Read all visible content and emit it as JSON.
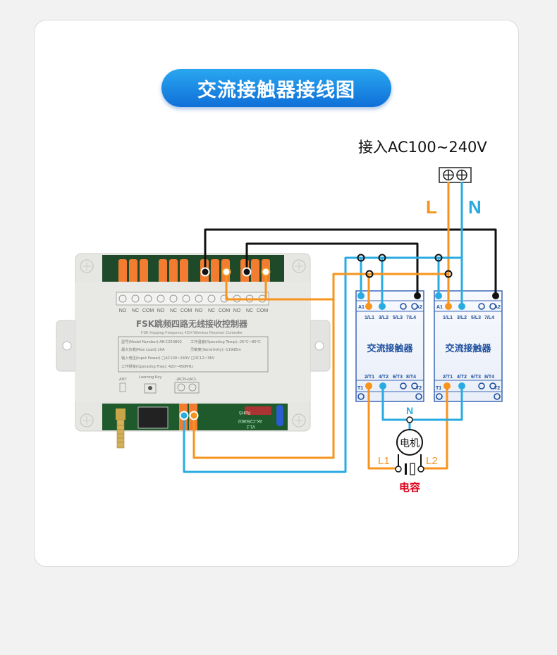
{
  "title": "交流接触器接线图",
  "power_label": "接入AC100~240V",
  "line_label": "L",
  "neutral_label": "N",
  "controller": {
    "terminal_labels": [
      "NO",
      "NC",
      "COM",
      "NO",
      "NC",
      "COM",
      "NO",
      "NC",
      "COM",
      "NO",
      "NC",
      "COM"
    ],
    "name_cn": "FSK跳频四路无线接收控制器",
    "name_en": "FSK Hopping Frequency 4CH Wireless Receiver Controller",
    "spec_model": "型号(Model Number):AK-C250802",
    "spec_temp": "工作温度(Operating Temp):-25°C~80°C",
    "spec_load": "最大负载(Max Load):10A",
    "spec_sens": "灵敏度(Sensitivity):-119dBm",
    "spec_power": "输入电压(Input Power) □AC100~240V □DC12~36V",
    "spec_freq": "工作频率(Operating Freq): 420~450MHz",
    "ant_label": "ANT",
    "learning_key_label": "Learning Key",
    "acn_label": "-|ACN",
    "acl_label": "+|ACL",
    "pcb_model": "AK-C250802",
    "pcb_version": "V1.2",
    "rohs": "RoHS"
  },
  "contactors": [
    {
      "name": "交流接触器",
      "top_terminals": [
        "A1",
        "1/L1",
        "3/L2",
        "5/L3",
        "7/L4",
        "A2"
      ],
      "bottom_terminals": [
        "T1",
        "2/T1",
        "4/T2",
        "6/T3",
        "8/T4",
        "T2"
      ]
    },
    {
      "name": "交流接触器",
      "top_terminals": [
        "A1",
        "1/L1",
        "3/L2",
        "5/L3",
        "7/L4",
        "A2"
      ],
      "bottom_terminals": [
        "T1",
        "2/T1",
        "4/T2",
        "6/T3",
        "8/T4",
        "T2"
      ]
    }
  ],
  "motor": {
    "label": "电机",
    "n_label": "N",
    "l1_label": "L1",
    "l2_label": "L2",
    "capacitor_label": "电容"
  },
  "colors": {
    "live": "#f7941d",
    "neutral": "#29abe2",
    "control": "#111111",
    "accent": "#1780e0",
    "capacitor_text": "#e0001b"
  }
}
